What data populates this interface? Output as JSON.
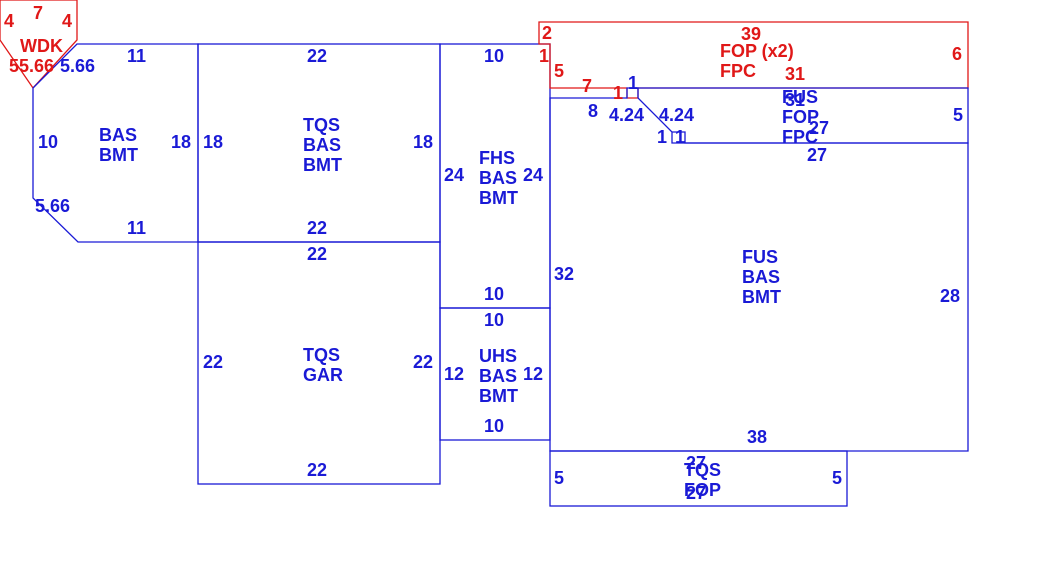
{
  "colors": {
    "main": "#1a1ad6",
    "accent": "#e01818",
    "background": "#ffffff"
  },
  "areas": [
    {
      "id": "wdk",
      "color": "accent",
      "lines": [
        "WDK"
      ]
    },
    {
      "id": "bas-left",
      "color": "main",
      "lines": [
        "BAS",
        "BMT"
      ]
    },
    {
      "id": "tqs-bas",
      "color": "main",
      "lines": [
        "TQS",
        "BAS",
        "BMT"
      ]
    },
    {
      "id": "tqs-gar",
      "color": "main",
      "lines": [
        "TQS",
        "GAR"
      ]
    },
    {
      "id": "fhs",
      "color": "main",
      "lines": [
        "FHS",
        "BAS",
        "BMT"
      ]
    },
    {
      "id": "uhs",
      "color": "main",
      "lines": [
        "UHS",
        "BAS",
        "BMT"
      ]
    },
    {
      "id": "fop-fpc",
      "color": "accent",
      "lines": [
        "FOP (x2)",
        "FPC"
      ]
    },
    {
      "id": "fus-fop-fpc",
      "color": "main",
      "lines": [
        "FUS",
        "FOP",
        "FPC"
      ]
    },
    {
      "id": "fus-bas",
      "color": "main",
      "lines": [
        "FUS",
        "BAS",
        "BMT"
      ]
    },
    {
      "id": "tqs-fop",
      "color": "main",
      "lines": [
        "TQS",
        "FOP"
      ]
    }
  ],
  "dimensions": [
    {
      "id": "wdk-4a",
      "color": "accent",
      "text": "4"
    },
    {
      "id": "wdk-7",
      "color": "accent",
      "text": "7"
    },
    {
      "id": "wdk-4b",
      "color": "accent",
      "text": "4"
    },
    {
      "id": "wdk-5",
      "color": "accent",
      "text": "5"
    },
    {
      "id": "wdk-5.66-red",
      "color": "accent",
      "text": "5.66"
    },
    {
      "id": "wdk-5.66-blue",
      "color": "main",
      "text": "5.66"
    },
    {
      "id": "bas-11-top",
      "color": "main",
      "text": "11"
    },
    {
      "id": "bas-10",
      "color": "main",
      "text": "10"
    },
    {
      "id": "bas-18",
      "color": "main",
      "text": "18"
    },
    {
      "id": "bas-5.66",
      "color": "main",
      "text": "5.66"
    },
    {
      "id": "bas-11-bottom",
      "color": "main",
      "text": "11"
    },
    {
      "id": "tqs-22-top",
      "color": "main",
      "text": "22"
    },
    {
      "id": "tqs-18-left",
      "color": "main",
      "text": "18"
    },
    {
      "id": "tqs-18-right",
      "color": "main",
      "text": "18"
    },
    {
      "id": "tqs-22-mid-a",
      "color": "main",
      "text": "22"
    },
    {
      "id": "tqs-22-mid-b",
      "color": "main",
      "text": "22"
    },
    {
      "id": "gar-22-left",
      "color": "main",
      "text": "22"
    },
    {
      "id": "gar-22-right",
      "color": "main",
      "text": "22"
    },
    {
      "id": "gar-22-bottom",
      "color": "main",
      "text": "22"
    },
    {
      "id": "fhs-10-top",
      "color": "main",
      "text": "10"
    },
    {
      "id": "fhs-24-left",
      "color": "main",
      "text": "24"
    },
    {
      "id": "fhs-24-right",
      "color": "main",
      "text": "24"
    },
    {
      "id": "fhs-10-bottom",
      "color": "main",
      "text": "10"
    },
    {
      "id": "uhs-10-top",
      "color": "main",
      "text": "10"
    },
    {
      "id": "uhs-12-left",
      "color": "main",
      "text": "12"
    },
    {
      "id": "uhs-12-right",
      "color": "main",
      "text": "12"
    },
    {
      "id": "uhs-10-bottom",
      "color": "main",
      "text": "10"
    },
    {
      "id": "fop-2",
      "color": "accent",
      "text": "2"
    },
    {
      "id": "fop-1",
      "color": "accent",
      "text": "1"
    },
    {
      "id": "fop-39",
      "color": "accent",
      "text": "39"
    },
    {
      "id": "fop-6",
      "color": "accent",
      "text": "6"
    },
    {
      "id": "fop-5",
      "color": "accent",
      "text": "5"
    },
    {
      "id": "fop-31",
      "color": "accent",
      "text": "31"
    },
    {
      "id": "fop-7",
      "color": "accent",
      "text": "7"
    },
    {
      "id": "fop-1-step",
      "color": "accent",
      "text": "1"
    },
    {
      "id": "fus-8",
      "color": "main",
      "text": "8"
    },
    {
      "id": "fus-1-top",
      "color": "main",
      "text": "1"
    },
    {
      "id": "fus-4.24-a",
      "color": "main",
      "text": "4.24"
    },
    {
      "id": "fus-4.24-b",
      "color": "main",
      "text": "4.24"
    },
    {
      "id": "fus-1-a",
      "color": "main",
      "text": "1"
    },
    {
      "id": "fus-1-b",
      "color": "main",
      "text": "1"
    },
    {
      "id": "fus-31",
      "color": "main",
      "text": "31"
    },
    {
      "id": "fus-27-a",
      "color": "main",
      "text": "27"
    },
    {
      "id": "fus-27-b",
      "color": "main",
      "text": "27"
    },
    {
      "id": "fus-5",
      "color": "main",
      "text": "5"
    },
    {
      "id": "fus-32",
      "color": "main",
      "text": "32"
    },
    {
      "id": "fus-28",
      "color": "main",
      "text": "28"
    },
    {
      "id": "fus-38",
      "color": "main",
      "text": "38"
    },
    {
      "id": "tqsfop-27-top",
      "color": "main",
      "text": "27"
    },
    {
      "id": "tqsfop-5-left",
      "color": "main",
      "text": "5"
    },
    {
      "id": "tqsfop-5-right",
      "color": "main",
      "text": "5"
    },
    {
      "id": "tqsfop-27-bottom",
      "color": "main",
      "text": "27"
    }
  ]
}
